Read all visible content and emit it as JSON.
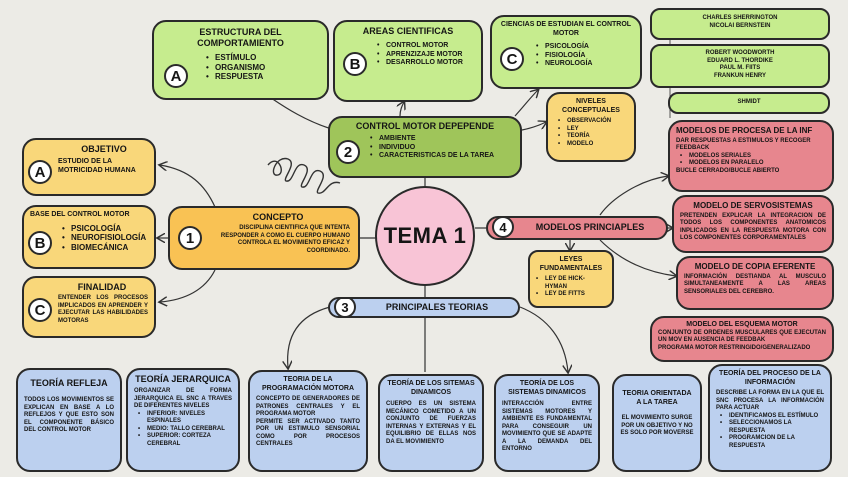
{
  "center": {
    "title": "TEMA 1"
  },
  "node_estructura": {
    "letter": "A",
    "title": "ESTRUCTURA DEL COMPORTAMIENTO",
    "items": [
      "ESTÍMULO",
      "ORGANISMO",
      "RESPUESTA"
    ]
  },
  "node_areas": {
    "letter": "B",
    "title": "AREAS CIENTIFICAS",
    "items": [
      "CONTROL MOTOR",
      "APRENZIZAJE MOTOR",
      "DESARROLLO MOTOR"
    ]
  },
  "node_ciencias": {
    "letter": "C",
    "title": "CIENCIAS  DE ESTUDIAN EL CONTROL MOTOR",
    "items": [
      "PSICOLOGÍA",
      "FISIOLOGÍA",
      "NEUROLOGÍA"
    ]
  },
  "authors": {
    "a1": "CHARLES SHERRINGTON\nNICOLAI BERNSTEIN",
    "a2": "ROBERT WOODWORTH\nEDUARD L. THORDIKE\nPAUL M. FIITS\nFRANKUN HENRY",
    "a3": "SHMIDT"
  },
  "node_control": {
    "number": "2",
    "title": "CONTROL MOTOR DEPEPENDE",
    "items": [
      "AMBIENTE",
      "INDIVIDUO",
      "CARACTERISTICAS DE LA TAREA"
    ]
  },
  "node_niveles": {
    "title": "NIVELES CONCEPTUALES",
    "items": [
      "OBSERVACIÓN",
      "LEY",
      "TEORÍA",
      "MODELO"
    ]
  },
  "node_objetivo": {
    "letter": "A",
    "title": "OBJETIVO",
    "text": "ESTUDIO DE LA MOTRICIDAD HUMANA"
  },
  "node_base": {
    "letter": "B",
    "title": "BASE DEL CONTROL MOTOR",
    "items": [
      "PSICOLOGÍA",
      "NEUROFISIOLOGÍA",
      "BIOMECÁNICA"
    ]
  },
  "node_finalidad": {
    "letter": "C",
    "title": "FINALIDAD",
    "text": "ENTENDER LOS PROCESOS IMPLICADOS EN APRENDER Y EJECUTAR LAS HABILIDADES MOTORAS"
  },
  "node_concepto": {
    "number": "1",
    "title": "CONCEPTO",
    "text": "DISCIPLINA CIENTIFICA QUE INTENTA RESPONDER A COMO EL CUERPO HUMANO CONTROLA EL MOVIMIENTO EFICAZ Y COORDINADO."
  },
  "node_modelos": {
    "number": "4",
    "title": "MODELOS PRINCIAPLES"
  },
  "node_leyes": {
    "title": "LEYES FUNDAMENTALES",
    "items": [
      "LEY DE HICK-HYMAN",
      "LEY DE FITTS"
    ]
  },
  "node_mod_procesa": {
    "title": "MODELOS DE PROCESA DE LA INF",
    "text": "DAR RESPUESTAS A ESTIMULOS Y RECOGER FEEDBACK",
    "items": [
      "MODELOS SERIALES",
      "MODELOS EN PARALELO"
    ],
    "footer": "BUCLE CERRADO/BUCLE ABIERTO"
  },
  "node_mod_servo": {
    "title": "MODELO DE SERVOSISTEMAS",
    "text": "PRETENDEN EXPLICAR LA INTEGRACION DE TODOS LOS COMPONENTES ANATOMICOS INPLICADOS EN LA RESPUESTA MOTORA CON LOS COMPONENTES CORPORAMENTALES"
  },
  "node_mod_copia": {
    "title": "MODELO DE COPIA EFERENTE",
    "text": "INFORMACIÓN DESTIANDA AL MUSCULO SIMULTANEAMENTE A LAS AREAS SENSORIALES DEL CEREBRO."
  },
  "node_mod_esquema": {
    "title": "MODELO DEL ESQUEMA MOTOR",
    "text": "CONJUNTO DE ORDENES MUSCULARES QUE EJECUTAN UN MOV EN AUSENCIA DE FEEDBAK",
    "footer": "PROGRAMA MOTOR RESTRINGIDO/GENERALIZADO"
  },
  "node_teorias": {
    "number": "3",
    "title": "PRINCIPALES TEORIAS"
  },
  "teoria_refleja": {
    "title": "TEORÍA REFLEJA",
    "text": "TODOS LOS MOVIMIENTOS SE EXPLICAN EN BASE A LO REFLEJOS Y QUE ESTO SON EL COMPONENTE BÁSICO DEL CONTROL MOTOR"
  },
  "teoria_jerarquica": {
    "title": "TEORÍA JERARQUICA",
    "text": "ORGANIZAR DE FORMA JERARQUICA EL SNC A TRAVES DE DIFERENTES NIVELES",
    "items": [
      "INFERIOR: NIVELES ESPINALES",
      "MEDIO: TALLO CEREBRAL",
      "SUPERIOR: CORTEZA CEREBRAL"
    ]
  },
  "teoria_programacion": {
    "title": "TEORIA DE LA PROGRAMACIÓN MOTORA",
    "text1": "CONCEPTO DE GENERADORES DE PATRONES CENTRALES Y EL PROGRAMA MOTOR",
    "text2": "PERMITE SER ACTIVADO TANTO POR UN ESTIMULO SENSORIAL COMO POR PROCESOS CENTRALES"
  },
  "teoria_sistemas1": {
    "title": "TEORÍA DE LOS SITEMAS DINAMICOS",
    "text": "CUERPO ES UN SISTEMA MECÁNICO COMETIDO A UN CONJUNTO DE FUERZAS INTERNAS Y EXTERNAS Y EL EQUILIBRIO DE ELLAS NOS DA EL MOVIMIENTO"
  },
  "teoria_sistemas2": {
    "title": "TEORÍA DE LOS SISTEMAS DINAMICOS",
    "text": "INTERACCIÓN ENTRE SISTEMAS MOTORES Y AMBIENTE ES FUNDAMENTAL PARA CONSEGUIR UN MOVIMIENTO QUE SE ADAPTE A LA DEMANDA DEL ENTORNO"
  },
  "teoria_orientada": {
    "title": "TEORIA ORIENTADA A LA TAREA",
    "text": "EL MOVIMIENTO SURGE POR UN OBJETIVO Y NO ES SOLO POR MOVERSE"
  },
  "teoria_proceso": {
    "title": "TEORÍA DEL PROCESO DE LA INFORMACIÓN",
    "text": "DESCRIBE LA FORMA EN LA QUE EL SNC PROCESA LA INFORMACIÓN PARA ACTUAR",
    "items": [
      "IDENTIFICAMOS EL ESTÍMULO",
      "SELECCIONAMOS LA RESPUESTA",
      "PROGRAMCION DE LA RESPUESTA"
    ]
  },
  "colors": {
    "green": "#c6ec8e",
    "olive": "#9fc55a",
    "yellow": "#f9d77a",
    "orange": "#f9c254",
    "pink": "#e7868e",
    "blue": "#bcd0ef",
    "center": "#f8c4d6"
  }
}
